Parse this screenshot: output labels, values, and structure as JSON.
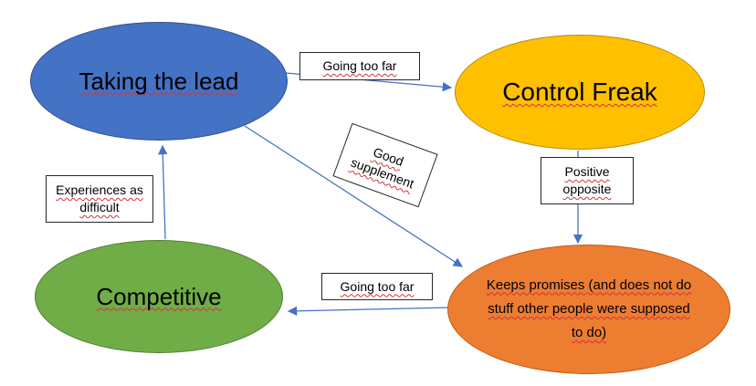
{
  "diagram": {
    "background": "#FFFFFF",
    "arrow_color": "#4472C4",
    "spellcheck_underline_color": "#D13438",
    "nodes": {
      "taking_the_lead": {
        "label": "Taking the lead",
        "color": "#4472C4",
        "border": "#2F528F"
      },
      "control_freak": {
        "label": "Control Freak",
        "color": "#FFC000",
        "border": "#BC8C00"
      },
      "competitive": {
        "label": "Competitive",
        "color": "#70AD47",
        "border": "#507E32"
      },
      "keeps_promises": {
        "label": "Keeps promises (and does not do stuff other people were supposed to do)",
        "color": "#ED7D31",
        "border": "#C55A11"
      }
    },
    "edges": {
      "lead_to_control": {
        "label": "Going too far"
      },
      "lead_to_promises": {
        "label": "Good supplement"
      },
      "control_to_promises": {
        "label": "Positive opposite"
      },
      "promises_to_competitive": {
        "label": "Going too far"
      },
      "competitive_to_lead": {
        "label": "Experiences as difficult"
      }
    }
  }
}
